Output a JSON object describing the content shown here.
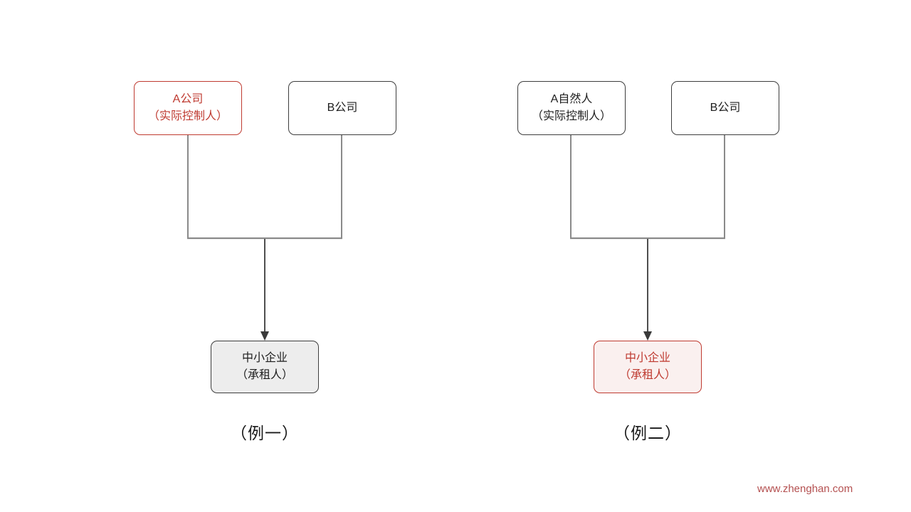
{
  "page": {
    "background": "#ffffff",
    "watermark": "www.zhenghan.com"
  },
  "colors": {
    "accent_red": "#bf3a30",
    "box_border_dark": "#3d3d3d",
    "gray_fill": "#ededed",
    "red_fill_bg": "#faf0ef",
    "connector_gray": "#595959",
    "watermark_red": "#b45050"
  },
  "diagrams": [
    {
      "caption": "（例一）",
      "nodes": [
        {
          "id": "a-company",
          "line1": "A公司",
          "line2": "（实际控制人）",
          "variant": "red-outline",
          "role": "actual-controller"
        },
        {
          "id": "b-company",
          "line1": "B公司",
          "line2": "",
          "variant": "default",
          "role": "shareholder"
        },
        {
          "id": "sme-lessee",
          "line1": "中小企业",
          "line2": "（承租人）",
          "variant": "gray-fill",
          "role": "lessee"
        }
      ]
    },
    {
      "caption": "（例二）",
      "nodes": [
        {
          "id": "a-natural-person",
          "line1": "A自然人",
          "line2": "（实际控制人）",
          "variant": "default",
          "role": "actual-controller"
        },
        {
          "id": "b-company",
          "line1": "B公司",
          "line2": "",
          "variant": "default",
          "role": "shareholder"
        },
        {
          "id": "sme-lessee",
          "line1": "中小企业",
          "line2": "（承租人）",
          "variant": "red-fill",
          "role": "lessee"
        }
      ]
    }
  ]
}
